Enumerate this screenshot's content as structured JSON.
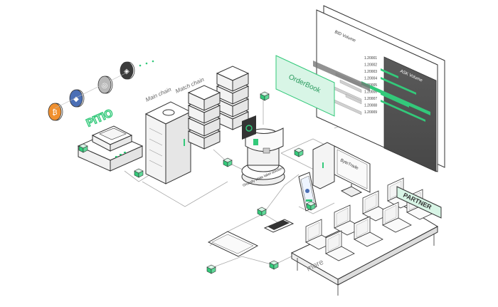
{
  "coins": [
    {
      "name": "bitcoin-coin",
      "color": "#f0902f",
      "glyph": "₿"
    },
    {
      "name": "ethereum-coin",
      "color": "#4b6fb5",
      "glyph": "◆"
    },
    {
      "name": "ontology-coin",
      "color": "#b8b8b8",
      "glyph": "◎"
    },
    {
      "name": "binance-coin",
      "color": "#3b3b3b",
      "glyph": "◈"
    }
  ],
  "labels": {
    "brand": "PITIO",
    "main_chain": "Main chain",
    "match_chain": "Match chain",
    "orderbook": "OrderBook",
    "bid_volume": "BID Volume",
    "ask_volume": "ASK Volume",
    "bytetrade": "ByteTrade",
    "partner": "PARTNER",
    "more": "more",
    "ring_text": "Globally white label solution"
  },
  "orderbook_prices": [
    "1.20001",
    "1.20002",
    "1.20003",
    "1.20004",
    "1.20005",
    "1.20006",
    "1.20007",
    "1.20008",
    "1.20009"
  ],
  "colors": {
    "accent": "#33c97a",
    "accent_light": "#d8f5e6",
    "line": "#555555",
    "panel_dark": "#555555"
  }
}
